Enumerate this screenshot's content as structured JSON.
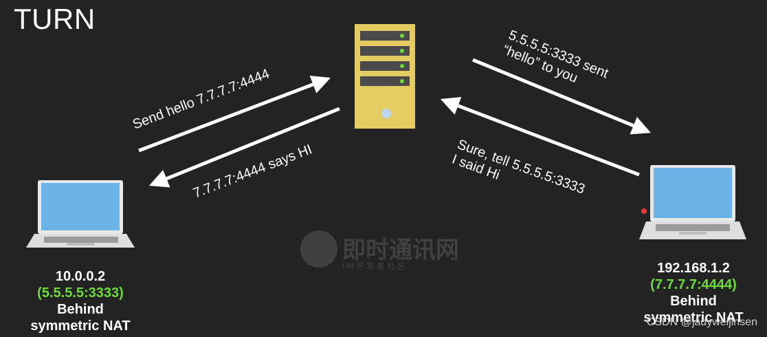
{
  "title": "TURN",
  "arrows": {
    "left_up": "Send hello 7.7.7.7:4444",
    "left_down": "7.7.7.7:4444 says HI",
    "right_down_line1": "5.5.5.5:3333 sent",
    "right_down_line2": "“hello” to you",
    "right_up_line1": "Sure, tell 5.5.5.5:3333",
    "right_up_line2": "I said Hi"
  },
  "left_node": {
    "ip": "10.0.0.2",
    "public": "(5.5.5.5:3333)",
    "line1": "Behind",
    "line2": "symmetric NAT"
  },
  "right_node": {
    "ip": "192.168.1.2",
    "public": "(7.7.7.7:4444)",
    "line1": "Behind",
    "line2": "symmetric NAT"
  },
  "watermark": {
    "text": "即时通讯网",
    "sub": "IM开发者社区"
  },
  "credit": "CSDN @jadyweijinsen",
  "colors": {
    "background": "#232323",
    "server": "#e4cc62",
    "screen": "#6cb3e8",
    "green": "#6ddc3a",
    "arrow": "#ffffff"
  },
  "icons": [
    "server-icon",
    "laptop-icon"
  ]
}
